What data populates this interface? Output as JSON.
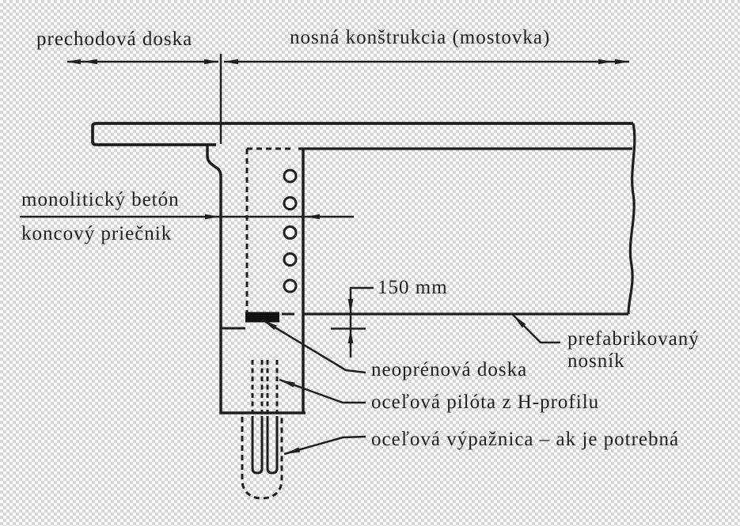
{
  "diagram_title": "bridge abutment / integral end detail",
  "colors": {
    "line": "#1e1e1e",
    "text": "#1f1f1f",
    "checker_light": "#ffffff",
    "checker_gray": "#d4d4d4",
    "pad_fill": "#111111"
  },
  "labels": {
    "top_left": "prechodová doska",
    "top_right": "nosná konštrukcia (mostovka)",
    "mid_left_line1": "monolitický betón",
    "mid_left_line2": "koncový priečnik",
    "dim_150": "150 mm",
    "girder_line1": "prefabrikovaný",
    "girder_line2": "nosník",
    "neoprene": "neoprénová doska",
    "pile": "oceľová pilóta z H-profilu",
    "casing": "oceľová výpažnica – ak je potrebná"
  }
}
